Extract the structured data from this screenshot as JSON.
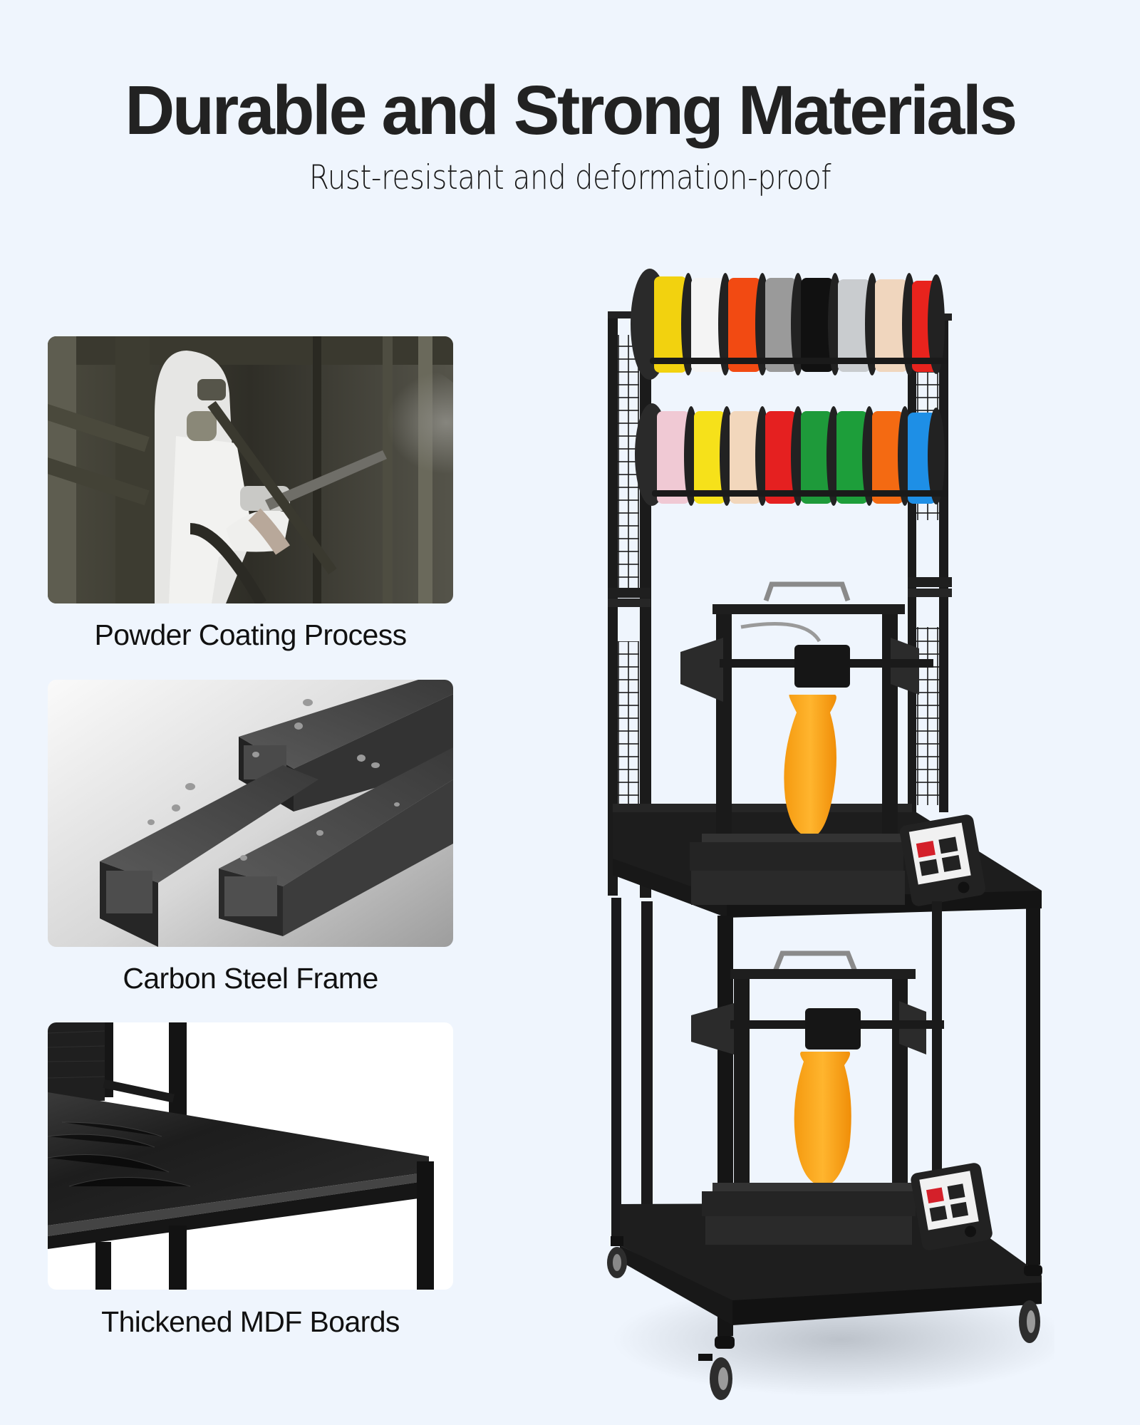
{
  "header": {
    "title": "Durable and Strong Materials",
    "subtitle": "Rust-resistant and deformation-proof"
  },
  "features": [
    {
      "label": "Powder Coating Process",
      "image": "powder-coating-photo"
    },
    {
      "label": "Carbon Steel Frame",
      "image": "steel-tube-photo"
    },
    {
      "label": "Thickened MDF Boards",
      "image": "mdf-board-photo"
    }
  ],
  "product": {
    "image": "printer-stand-photo",
    "filament_rows": [
      [
        "#F2D20F",
        "#F4F4F4",
        "#F24A12",
        "#9A9A9A",
        "#111111",
        "#C9CCCF",
        "#F0D6BE",
        "#E8231D"
      ],
      [
        "#F0C9D4",
        "#F6E11A",
        "#F2D7BC",
        "#E52020",
        "#1E9A3A",
        "#1D9E3A",
        "#F46A12",
        "#1E8FE6"
      ]
    ],
    "print_color": "#F7A21B",
    "frame_color": "#1B1B1B"
  },
  "colors": {
    "background": "#EFF5FD",
    "title": "#222222",
    "text": "#111111"
  }
}
